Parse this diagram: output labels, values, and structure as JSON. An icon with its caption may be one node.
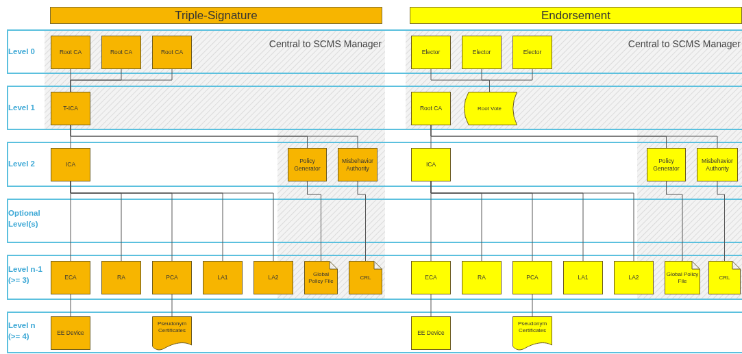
{
  "diagram": {
    "nodes": [
      {
        "text": [
          "Triple-Signature"
        ]
      },
      {
        "text": [
          "Endorsement"
        ]
      },
      {
        "text": [
          "Root CA"
        ]
      },
      {
        "text": [
          "Root CA"
        ]
      },
      {
        "text": [
          "Root CA"
        ]
      },
      {
        "text": [
          "T-ICA"
        ]
      },
      {
        "text": [
          "ICA"
        ]
      },
      {
        "text": [
          "Policy Generator"
        ]
      },
      {
        "text": [
          "Misbehavior Authority"
        ]
      },
      {
        "text": [
          "ECA"
        ]
      },
      {
        "text": [
          "RA"
        ]
      },
      {
        "text": [
          "PCA"
        ]
      },
      {
        "text": [
          "LA1"
        ]
      },
      {
        "text": [
          "LA2"
        ]
      },
      {
        "text": [
          "Global Policy File"
        ]
      },
      {
        "text": [
          "CRL"
        ]
      },
      {
        "text": [
          "EE Device"
        ]
      },
      {
        "text": [
          "Pseudonym Certificates"
        ]
      },
      {
        "text": [
          "Elector"
        ]
      },
      {
        "text": [
          "Elector"
        ]
      },
      {
        "text": [
          "Elector"
        ]
      },
      {
        "text": [
          "Root CA"
        ]
      },
      {
        "text": [
          "Root Vote"
        ]
      },
      {
        "text": [
          "ICA"
        ]
      },
      {
        "text": [
          "Policy Generator"
        ]
      },
      {
        "text": [
          "Misbehavior Authority"
        ]
      },
      {
        "text": [
          "ECA"
        ]
      },
      {
        "text": [
          "RA"
        ]
      },
      {
        "text": [
          "PCA"
        ]
      },
      {
        "text": [
          "LA1"
        ]
      },
      {
        "text": [
          "LA2"
        ]
      },
      {
        "text": [
          "Global Policy File"
        ]
      },
      {
        "text": [
          "CRL"
        ]
      },
      {
        "text": [
          "EE Device"
        ]
      },
      {
        "text": [
          "Pseudonym Certificates"
        ]
      }
    ],
    "edges": [
      {
        "from": 2,
        "to": 5,
        "arrow": "none"
      },
      {
        "from": 3,
        "to": 5,
        "arrow": "none"
      },
      {
        "from": 4,
        "to": 5,
        "arrow": "none"
      },
      {
        "from": 5,
        "to": 6,
        "arrow": "none"
      },
      {
        "from": 5,
        "to": 7,
        "arrow": "none"
      },
      {
        "from": 5,
        "to": 8,
        "arrow": "none"
      },
      {
        "from": 6,
        "to": 9,
        "arrow": "none"
      },
      {
        "from": 6,
        "to": 10,
        "arrow": "none"
      },
      {
        "from": 6,
        "to": 11,
        "arrow": "none"
      },
      {
        "from": 6,
        "to": 12,
        "arrow": "none"
      },
      {
        "from": 6,
        "to": 13,
        "arrow": "none"
      },
      {
        "from": 7,
        "to": 14,
        "arrow": "none"
      },
      {
        "from": 8,
        "to": 15,
        "arrow": "none"
      },
      {
        "from": 9,
        "to": 16,
        "arrow": "none"
      },
      {
        "from": 11,
        "to": 17,
        "arrow": "none"
      },
      {
        "from": 18,
        "to": 22,
        "arrow": "none"
      },
      {
        "from": 19,
        "to": 22,
        "arrow": "none"
      },
      {
        "from": 20,
        "to": 22,
        "arrow": "none"
      },
      {
        "from": 21,
        "to": 23,
        "arrow": "none"
      },
      {
        "from": 21,
        "to": 24,
        "arrow": "none"
      },
      {
        "from": 21,
        "to": 25,
        "arrow": "none"
      },
      {
        "from": 23,
        "to": 26,
        "arrow": "none"
      },
      {
        "from": 23,
        "to": 27,
        "arrow": "none"
      },
      {
        "from": 23,
        "to": 28,
        "arrow": "none"
      },
      {
        "from": 23,
        "to": 29,
        "arrow": "none"
      },
      {
        "from": 23,
        "to": 30,
        "arrow": "none"
      },
      {
        "from": 24,
        "to": 31,
        "arrow": "none"
      },
      {
        "from": 25,
        "to": 32,
        "arrow": "none"
      },
      {
        "from": 26,
        "to": 33,
        "arrow": "none"
      },
      {
        "from": 28,
        "to": 34,
        "arrow": "none"
      }
    ],
    "labels": [
      "Level 0",
      "Central to SCMS Manager",
      "Central to SCMS Manager",
      "Level 1",
      "Level 2",
      "Optional Level(s)",
      "Level n-1 (>= 3)",
      "Level n (>= 4)"
    ]
  }
}
